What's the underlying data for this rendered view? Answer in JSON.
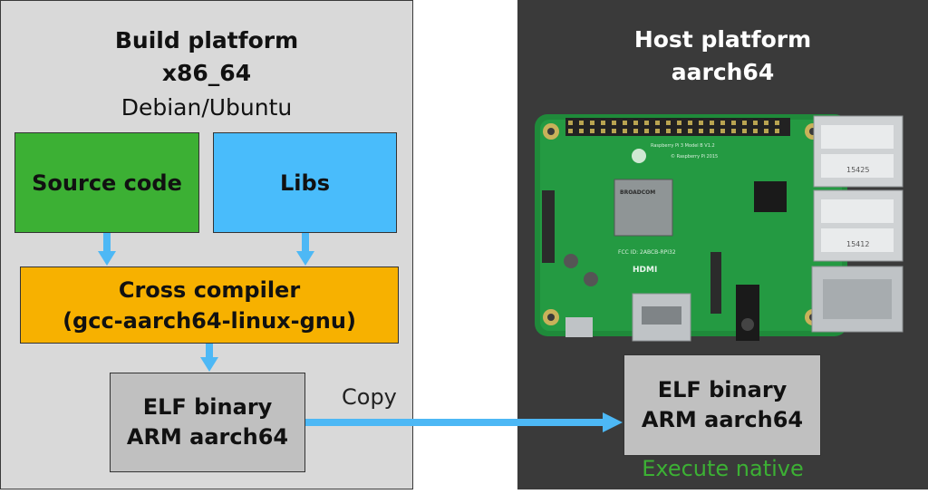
{
  "build": {
    "title_line1": "Build platform",
    "title_line2": "x86_64",
    "title_line3": "Debian/Ubuntu",
    "source_label": "Source code",
    "libs_label": "Libs",
    "compiler_line1": "Cross compiler",
    "compiler_line2": "(gcc-aarch64-linux-gnu)",
    "elf_line1": "ELF binary",
    "elf_line2": "ARM aarch64"
  },
  "host": {
    "title_line1": "Host platform",
    "title_line2": "aarch64",
    "elf_line1": "ELF binary",
    "elf_line2": "ARM aarch64",
    "execute_label": "Execute native"
  },
  "copy_label": "Copy",
  "board": {
    "silk_model": "Raspberry Pi 3 Model B V1.2",
    "silk_year": "© Raspberry Pi 2015",
    "chip_brand": "BROADCOM",
    "hdmi_label": "HDMI",
    "usb_label_1": "15425",
    "usb_label_2": "15412",
    "fcc_label": "FCC ID: 2ABCB-RPI32"
  },
  "colors": {
    "source": "#3cb034",
    "libs": "#49bcfb",
    "compiler": "#f7b100",
    "elf": "#c0c0c0",
    "arrow": "#4db8f5",
    "execute": "#3cb034",
    "host_bg": "#3a3a3a",
    "build_bg": "#d9d9d9"
  }
}
